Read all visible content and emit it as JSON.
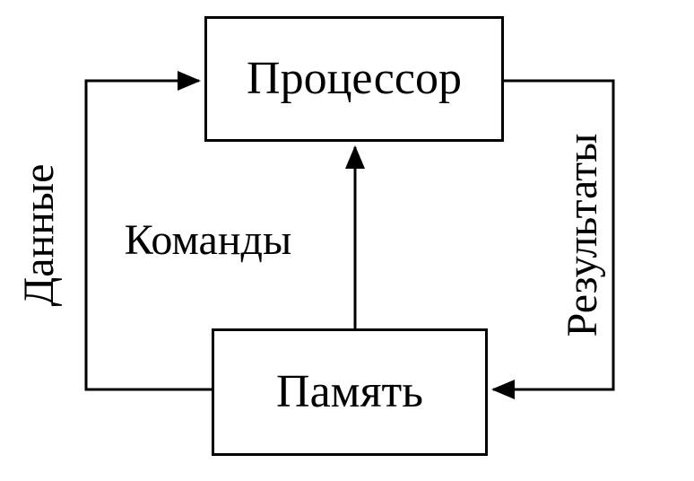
{
  "diagram": {
    "title": "Processor-memory data flow diagram",
    "nodes": {
      "processor": {
        "label": "Процессор"
      },
      "memory": {
        "label": "Память"
      }
    },
    "edges": {
      "data": {
        "label": "Данные",
        "from": "memory",
        "to": "processor",
        "orientation": "vertical-left"
      },
      "commands": {
        "label": "Команды",
        "from": "memory",
        "to": "processor",
        "orientation": "vertical-middle"
      },
      "results": {
        "label": "Результаты",
        "from": "processor",
        "to": "memory",
        "orientation": "vertical-right"
      }
    },
    "colors": {
      "line": "#000000",
      "text": "#000000",
      "background": "#ffffff"
    }
  }
}
